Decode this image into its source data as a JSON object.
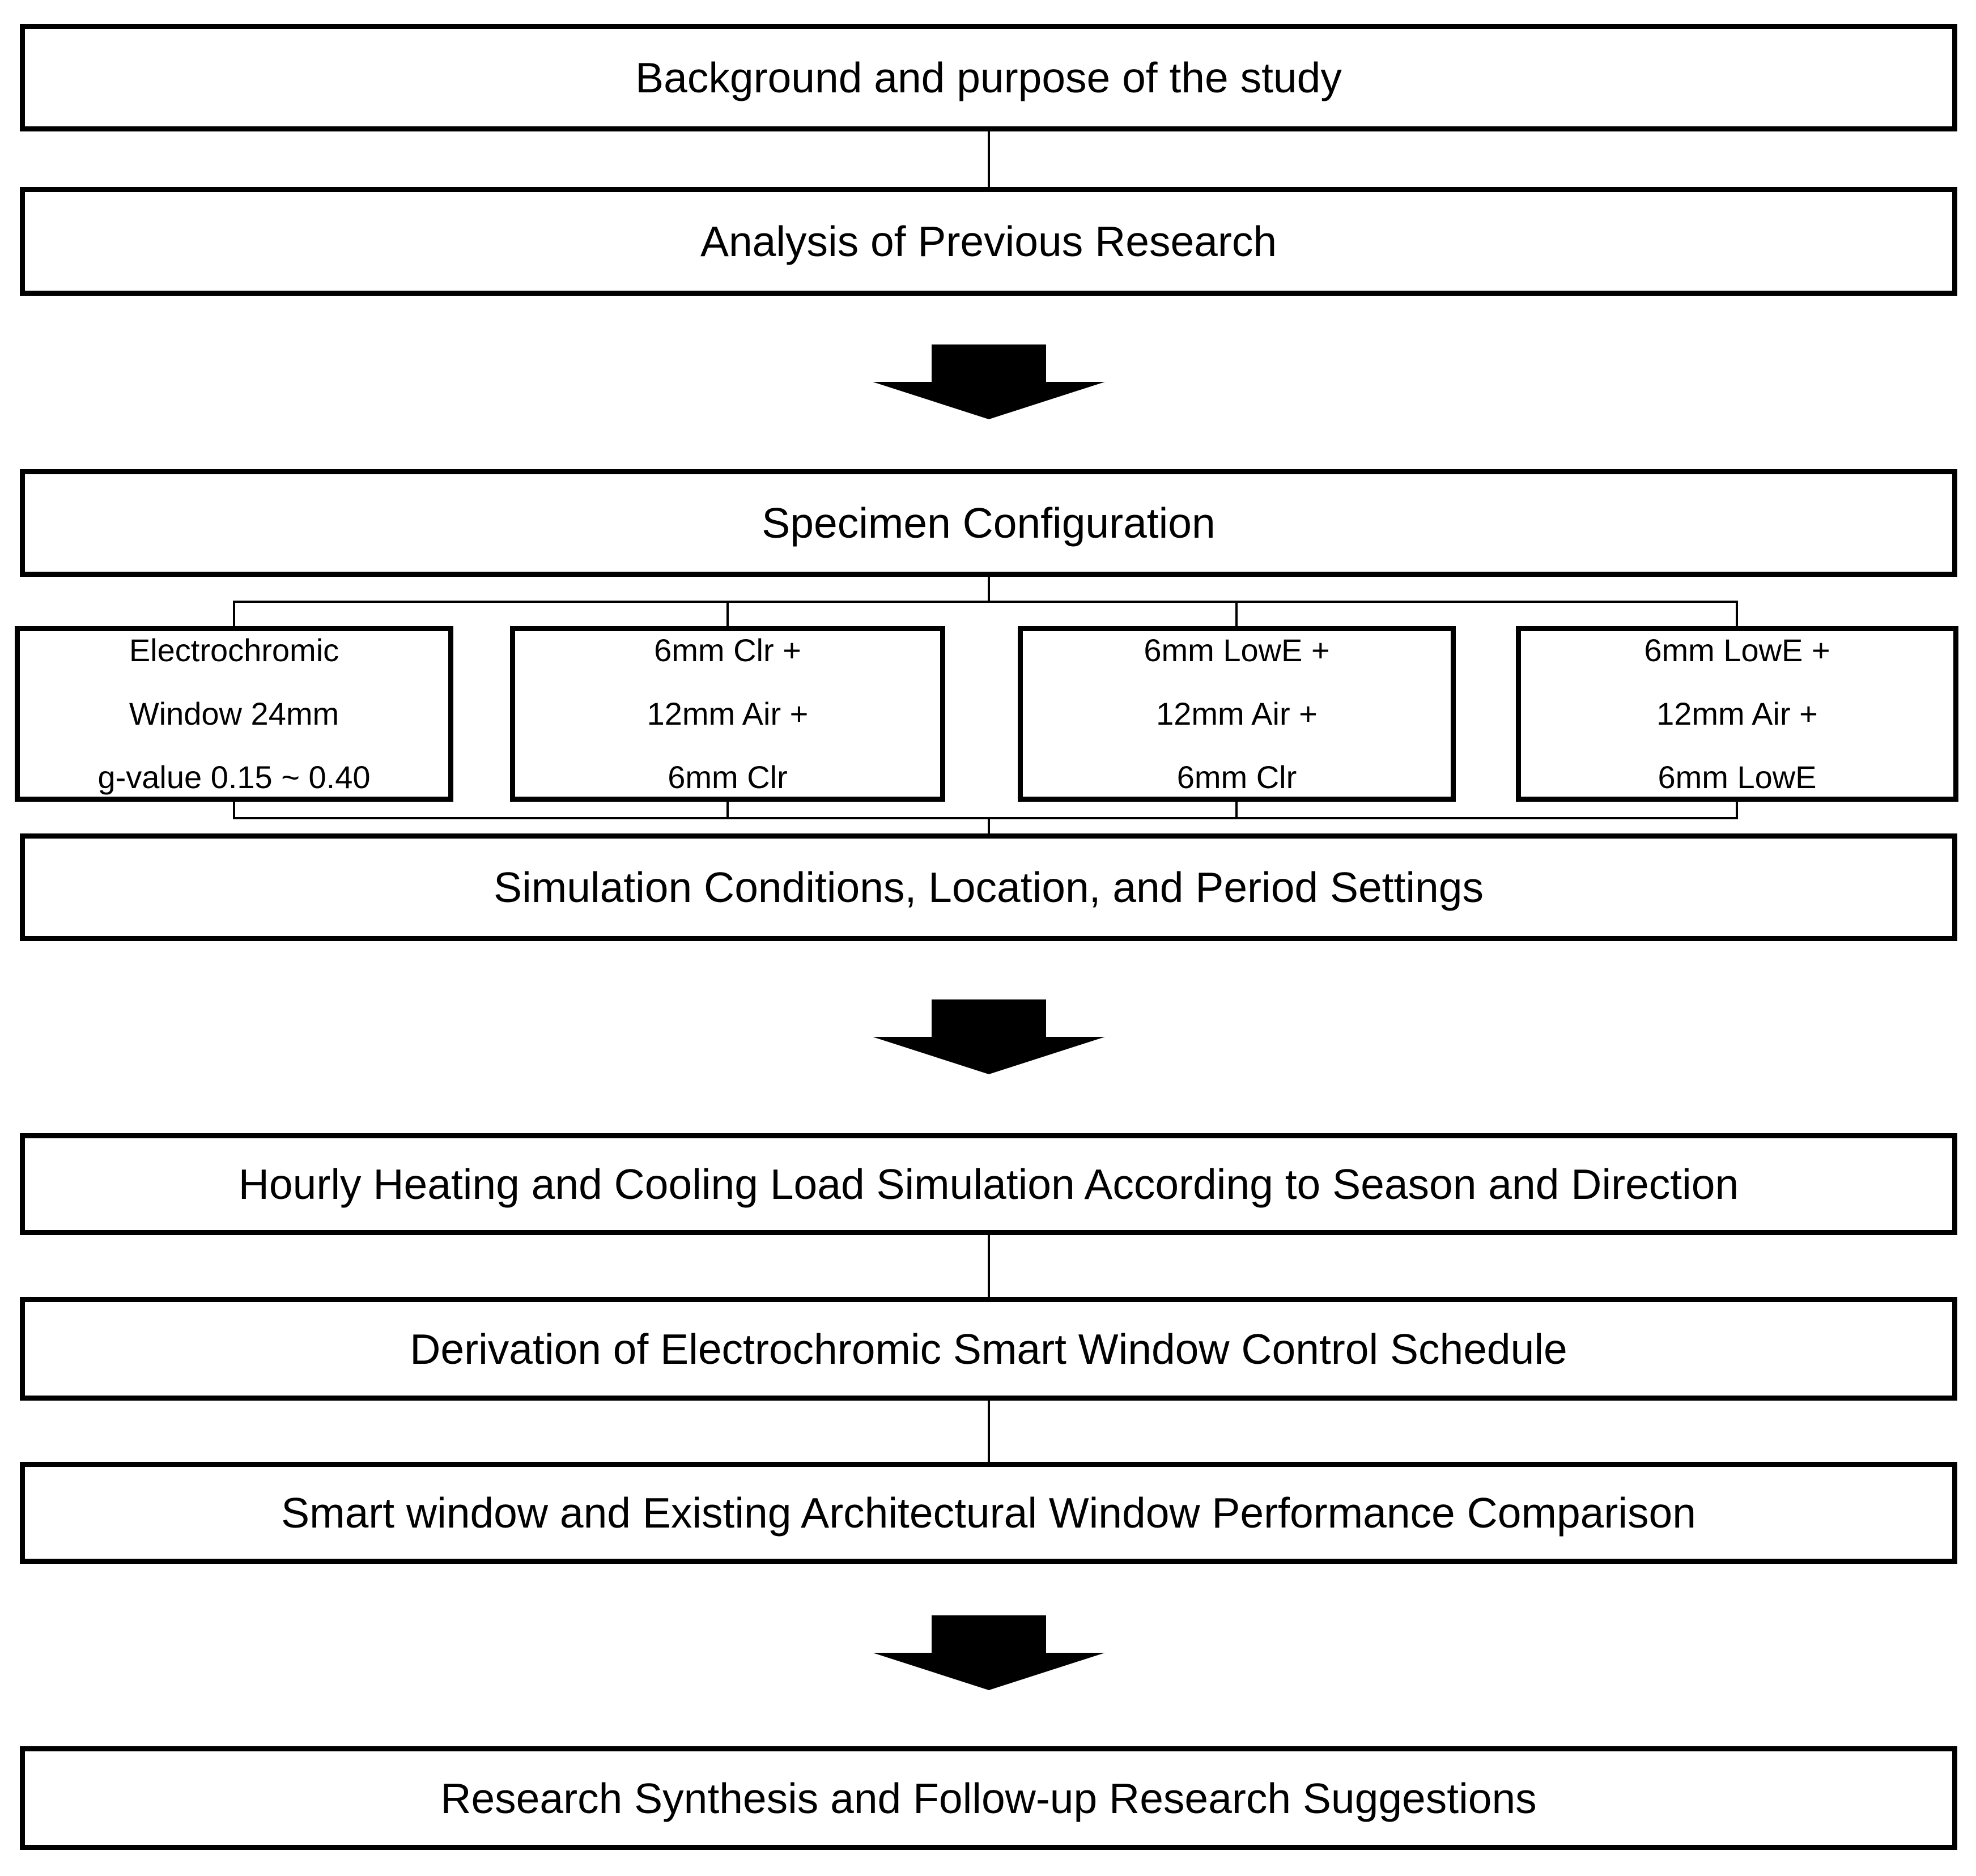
{
  "page": {
    "background_color": "#ffffff",
    "line_color": "#000000",
    "text_color": "#000000",
    "arrow_color": "#000000"
  },
  "flowchart": {
    "steps": [
      {
        "label": "Background and purpose of the study"
      },
      {
        "label": "Analysis of Previous Research"
      },
      {
        "label": "Specimen Configuration"
      },
      {
        "label": "Simulation Conditions, Location, and Period Settings"
      },
      {
        "label": "Hourly Heating and Cooling Load Simulation According to Season and Direction"
      },
      {
        "label": "Derivation of Electrochromic Smart Window Control Schedule"
      },
      {
        "label": "Smart window and Existing Architectural Window Performance Comparison"
      },
      {
        "label": "Research Synthesis and Follow-up Research Suggestions"
      }
    ],
    "specimen_boxes": [
      {
        "lines": [
          "Electrochromic",
          "Window 24mm",
          "g-value 0.15 ~ 0.40"
        ]
      },
      {
        "lines": [
          "6mm Clr +",
          "12mm Air +",
          "6mm Clr"
        ]
      },
      {
        "lines": [
          "6mm LowE +",
          "12mm Air +",
          "6mm Clr"
        ]
      },
      {
        "lines": [
          "6mm LowE +",
          "12mm Air +",
          "6mm LowE"
        ]
      }
    ],
    "icons": {
      "down_arrow": "down-arrow"
    }
  }
}
